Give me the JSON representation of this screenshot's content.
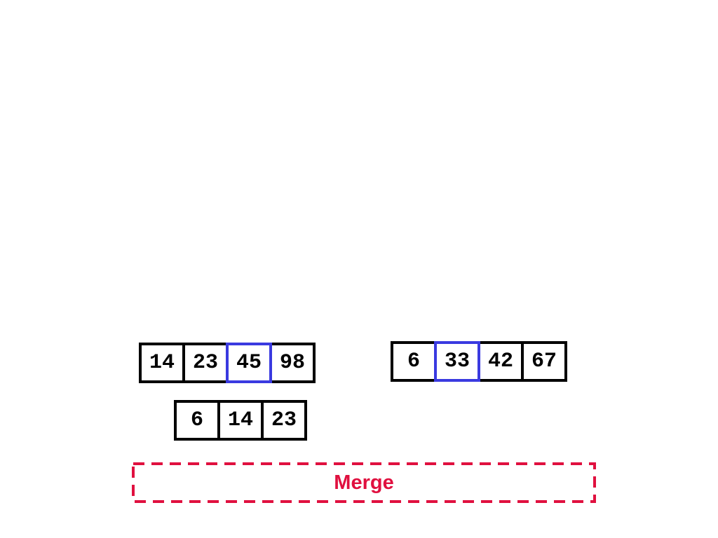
{
  "arrays": {
    "left": {
      "values": [
        "14",
        "23",
        "45",
        "98"
      ],
      "highlight_index": 2
    },
    "right": {
      "values": [
        "6",
        "33",
        "42",
        "67"
      ],
      "highlight_index": 1
    },
    "merged": {
      "values": [
        "6",
        "14",
        "23"
      ]
    }
  },
  "merge": {
    "label": "Merge"
  },
  "colors": {
    "cell_border": "#000000",
    "highlight_border": "#3a3ae0",
    "merge_accent": "#e0103f"
  }
}
